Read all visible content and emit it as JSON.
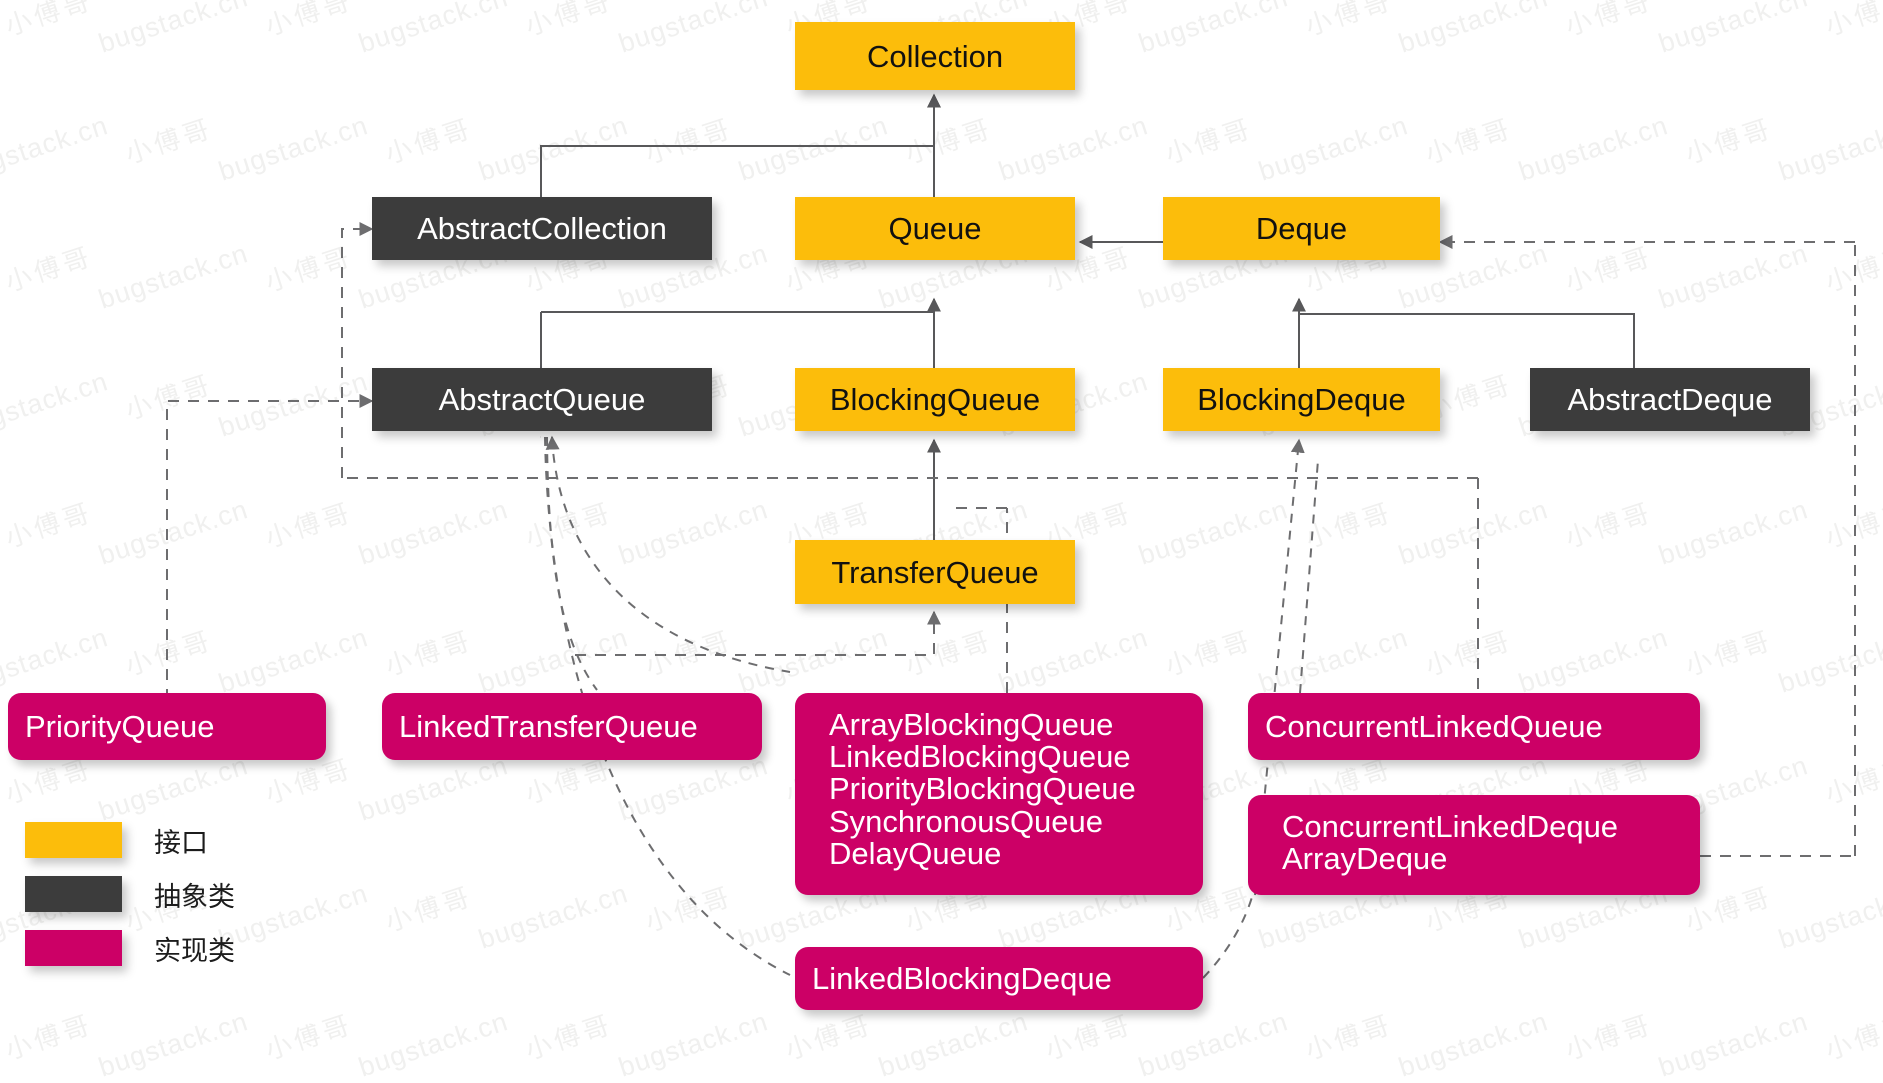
{
  "diagram": {
    "title": "Java Queue / Deque class hierarchy",
    "colors": {
      "interface": "#fcbd0b",
      "abstract": "#3c3c3c",
      "implementation": "#cc0066",
      "connector": "#58585a",
      "background": "#ffffff"
    }
  },
  "nodes": {
    "collection": {
      "label": "Collection",
      "kind": "interface"
    },
    "abstract_collection": {
      "label": "AbstractCollection",
      "kind": "abstract"
    },
    "queue": {
      "label": "Queue",
      "kind": "interface"
    },
    "deque": {
      "label": "Deque",
      "kind": "interface"
    },
    "abstract_queue": {
      "label": "AbstractQueue",
      "kind": "abstract"
    },
    "blocking_queue": {
      "label": "BlockingQueue",
      "kind": "interface"
    },
    "blocking_deque": {
      "label": "BlockingDeque",
      "kind": "interface"
    },
    "abstract_deque": {
      "label": "AbstractDeque",
      "kind": "abstract"
    },
    "transfer_queue": {
      "label": "TransferQueue",
      "kind": "interface"
    },
    "priority_queue": {
      "label": "PriorityQueue",
      "kind": "implementation"
    },
    "linked_transfer_queue": {
      "label": "LinkedTransferQueue",
      "kind": "implementation"
    },
    "blocking_group": {
      "kind": "implementation",
      "lines": [
        "ArrayBlockingQueue",
        "LinkedBlockingQueue",
        "PriorityBlockingQueue",
        "SynchronousQueue",
        "DelayQueue"
      ]
    },
    "concurrent_linked_queue": {
      "label": "ConcurrentLinkedQueue",
      "kind": "implementation"
    },
    "deque_group": {
      "kind": "implementation",
      "lines": [
        "ConcurrentLinkedDeque",
        "ArrayDeque"
      ]
    },
    "linked_blocking_deque": {
      "label": "LinkedBlockingDeque",
      "kind": "implementation"
    }
  },
  "legend": {
    "items": [
      {
        "swatch": "interface",
        "label": "接口"
      },
      {
        "swatch": "abstract",
        "label": "抽象类"
      },
      {
        "swatch": "implementation",
        "label": "实现类"
      }
    ]
  },
  "watermarks": {
    "brand": "bugstack.cn",
    "cn": "小傅哥"
  }
}
